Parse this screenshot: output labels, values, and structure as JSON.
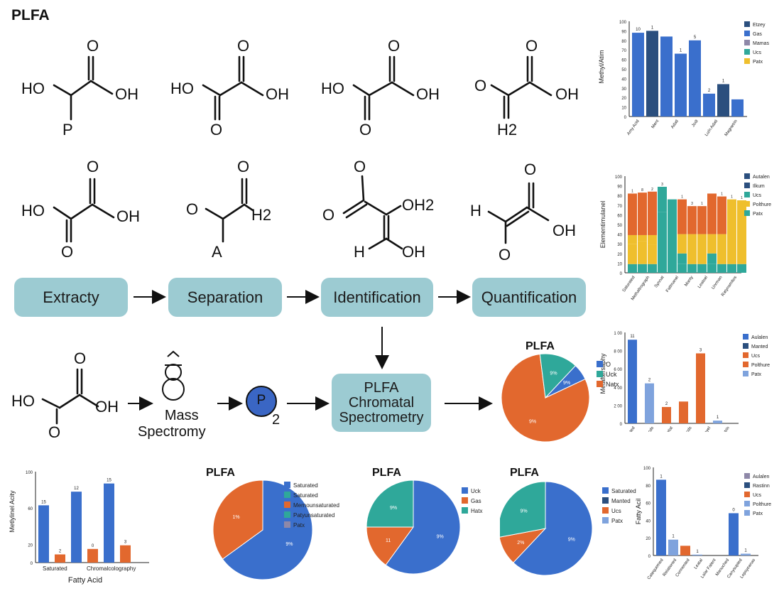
{
  "page_title": "PLFA",
  "molecules": [
    {
      "labels": [
        "O",
        "HO",
        "OH",
        "P"
      ]
    },
    {
      "labels": [
        "O",
        "HO",
        "OH",
        "O"
      ]
    },
    {
      "labels": [
        "O",
        "HO",
        "OH",
        "O"
      ]
    },
    {
      "labels": [
        "O",
        "O",
        "OH",
        "H2"
      ]
    },
    {
      "labels": [
        "O",
        "HO",
        "OH",
        "O"
      ]
    },
    {
      "labels": [
        "O",
        "O",
        "H2",
        "A"
      ]
    },
    {
      "labels": [
        "O",
        "O",
        "OH2",
        "H",
        "OH"
      ]
    },
    {
      "labels": [
        "O",
        "H",
        "OH",
        "O"
      ]
    },
    {
      "labels": [
        "O",
        "HO",
        "OH",
        "O"
      ]
    }
  ],
  "workflow": {
    "steps": [
      "Extracty",
      "Separation",
      "Identification",
      "Quantification"
    ],
    "center_box": [
      "PLFA",
      "Chromatal",
      "Spectrometry"
    ],
    "mass_label": [
      "Mass",
      "Spectromy"
    ],
    "p_node": "P",
    "p_sub": "2"
  },
  "colors": {
    "navy": "#2b4f7e",
    "blue": "#3a6fcc",
    "lightblue": "#7fa3dd",
    "teal": "#2fa89a",
    "orange": "#e2682e",
    "yellow": "#efbf2d",
    "purple": "#8e88a8",
    "box": "#9ccbd2"
  },
  "chart_data": [
    {
      "id": "chart1",
      "type": "bar",
      "ylabel": "Methyl/Atim",
      "categories": [
        "Amy Acid",
        "Ment",
        "Adati",
        "Jodi",
        "Lu/n Adati",
        "Magnetrin"
      ],
      "values": [
        88,
        90,
        84,
        66,
        80,
        24,
        34,
        18
      ],
      "bar_colors": [
        "blue",
        "navy",
        "blue",
        "blue",
        "blue",
        "blue",
        "navy",
        "blue"
      ],
      "bar_labels": [
        "10",
        "1",
        "",
        "1",
        "5",
        "2",
        "1",
        ""
      ],
      "ylim": [
        0,
        100
      ],
      "yticks": [
        0,
        10,
        20,
        30,
        40,
        50,
        60,
        70,
        80,
        90,
        100
      ],
      "legend": [
        {
          "name": "Etzey",
          "color": "navy"
        },
        {
          "name": "Gas",
          "color": "blue"
        },
        {
          "name": "Mamas",
          "color": "purple"
        },
        {
          "name": "Ucs",
          "color": "teal"
        },
        {
          "name": "Patx",
          "color": "yellow"
        }
      ]
    },
    {
      "id": "chart2",
      "type": "bar",
      "ylabel": "Elementimulanel",
      "categories": [
        "Saturated",
        "Methaltrograph",
        "Synnat",
        "Fatlmanel",
        "Manty",
        "Leatsel",
        "Unrman",
        "Ratynamitos"
      ],
      "stacks": [
        [
          {
            "v": 9,
            "c": "teal"
          },
          {
            "v": 21,
            "c": "yellow"
          },
          {
            "v": 9,
            "c": "yellow"
          },
          {
            "v": 43,
            "c": "orange"
          }
        ],
        [
          {
            "v": 9,
            "c": "teal"
          },
          {
            "v": 24,
            "c": "yellow"
          },
          {
            "v": 6,
            "c": "yellow"
          },
          {
            "v": 44,
            "c": "orange"
          }
        ],
        [
          {
            "v": 9,
            "c": "teal"
          },
          {
            "v": 20,
            "c": "yellow"
          },
          {
            "v": 10,
            "c": "yellow"
          },
          {
            "v": 45,
            "c": "orange"
          }
        ],
        [
          {
            "v": 63,
            "c": "teal"
          },
          {
            "v": 26,
            "c": "teal"
          }
        ],
        [
          {
            "v": 76,
            "c": "teal"
          }
        ],
        [
          {
            "v": 9,
            "c": "teal"
          },
          {
            "v": 11,
            "c": "teal"
          },
          {
            "v": 20,
            "c": "yellow"
          },
          {
            "v": 36,
            "c": "orange"
          }
        ],
        [
          {
            "v": 9,
            "c": "teal"
          },
          {
            "v": 31,
            "c": "yellow"
          },
          {
            "v": 29,
            "c": "orange"
          }
        ],
        [
          {
            "v": 9,
            "c": "teal"
          },
          {
            "v": 31,
            "c": "yellow"
          },
          {
            "v": 29,
            "c": "orange"
          }
        ],
        [
          {
            "v": 9,
            "c": "teal"
          },
          {
            "v": 11,
            "c": "teal"
          },
          {
            "v": 20,
            "c": "yellow"
          },
          {
            "v": 42,
            "c": "orange"
          }
        ],
        [
          {
            "v": 9,
            "c": "teal"
          },
          {
            "v": 31,
            "c": "yellow"
          },
          {
            "v": 39,
            "c": "orange"
          }
        ],
        [
          {
            "v": 9,
            "c": "teal"
          },
          {
            "v": 67,
            "c": "yellow"
          }
        ],
        [
          {
            "v": 9,
            "c": "teal"
          },
          {
            "v": 66,
            "c": "yellow"
          }
        ]
      ],
      "bar_labels": [
        "1",
        "8",
        "2",
        "3",
        "",
        "1",
        "3",
        "1",
        "",
        "1",
        "1",
        "1"
      ],
      "ylim": [
        0,
        100
      ],
      "yticks": [
        0,
        10,
        20,
        30,
        40,
        50,
        60,
        70,
        80,
        90,
        100
      ],
      "legend": [
        {
          "name": "Autalen",
          "color": "navy"
        },
        {
          "name": "Ilkum",
          "color": "navy"
        },
        {
          "name": "Ucs",
          "color": "teal"
        },
        {
          "name": "Polthure",
          "color": "yellow"
        },
        {
          "name": "Patx",
          "color": "teal"
        }
      ]
    },
    {
      "id": "chart3",
      "type": "bar",
      "ylabel": "Metaftersaphy",
      "categories": [
        "Saturated",
        "Garligg Acds",
        "Lelat",
        "Fusit Acds",
        "Manyel",
        "Magnetrin"
      ],
      "values": [
        92,
        44,
        18,
        24,
        77,
        3
      ],
      "bar_colors": [
        "blue",
        "lightblue",
        "orange",
        "orange",
        "orange",
        "lightblue"
      ],
      "bar_labels": [
        "11",
        "2",
        "2",
        "",
        "3",
        "1"
      ],
      "ylim": [
        0,
        100
      ],
      "ytick_labels": [
        "0",
        "2 00",
        "4 00",
        "6 00",
        "8 00",
        "1 00"
      ],
      "legend": [
        {
          "name": "Aulalen",
          "color": "blue"
        },
        {
          "name": "Manted",
          "color": "navy"
        },
        {
          "name": "Ucs",
          "color": "orange"
        },
        {
          "name": "Polthure",
          "color": "orange"
        },
        {
          "name": "Patx",
          "color": "lightblue"
        }
      ]
    },
    {
      "id": "pie1",
      "type": "pie",
      "title": "PLFA",
      "slices": [
        {
          "value": 80,
          "color": "orange",
          "label": "9%"
        },
        {
          "value": 14,
          "color": "teal",
          "label": "9%"
        },
        {
          "value": 6,
          "color": "blue",
          "label": "9%"
        }
      ],
      "legend": [
        {
          "name": "O",
          "color": "blue"
        },
        {
          "name": "Uck",
          "color": "teal"
        },
        {
          "name": "Natx",
          "color": "orange"
        }
      ]
    },
    {
      "id": "chart4",
      "type": "bar",
      "ylabel": "Metlylinel Acity",
      "xlabel": "Fatty Acid",
      "categories": [
        "Saturated",
        "Chromalcolography"
      ],
      "values": [
        63,
        9,
        78,
        15,
        87,
        19
      ],
      "bar_colors": [
        "blue",
        "orange",
        "blue",
        "orange",
        "blue",
        "orange"
      ],
      "bar_labels": [
        "15",
        "2",
        "12",
        "0",
        "15",
        "3"
      ],
      "ylim": [
        0,
        100
      ],
      "yticks": [
        0,
        20,
        60,
        100
      ],
      "legend": []
    },
    {
      "id": "pie2",
      "type": "pie",
      "title": "PLFA",
      "slices": [
        {
          "value": 65,
          "color": "blue",
          "label": "9%"
        },
        {
          "value": 35,
          "color": "orange",
          "label": "1%"
        }
      ],
      "legend": [
        {
          "name": "Saturated",
          "color": "blue"
        },
        {
          "name": "Saturated",
          "color": "teal"
        },
        {
          "name": "Mernounsaturated",
          "color": "orange"
        },
        {
          "name": "Patyunsaturated",
          "color": "teal"
        },
        {
          "name": "Patx",
          "color": "purple"
        }
      ]
    },
    {
      "id": "pie3",
      "type": "pie",
      "title": "PLFA",
      "slices": [
        {
          "value": 60,
          "color": "blue",
          "label": "9%"
        },
        {
          "value": 15,
          "color": "orange",
          "label": "11"
        },
        {
          "value": 25,
          "color": "teal",
          "label": "9%"
        }
      ],
      "legend": [
        {
          "name": "Uck",
          "color": "blue"
        },
        {
          "name": "Gas",
          "color": "orange"
        },
        {
          "name": "Hatx",
          "color": "teal"
        }
      ]
    },
    {
      "id": "pie4",
      "type": "pie",
      "title": "PLFA",
      "slices": [
        {
          "value": 62,
          "color": "blue",
          "label": "9%"
        },
        {
          "value": 10,
          "color": "orange",
          "label": "2%"
        },
        {
          "value": 28,
          "color": "teal",
          "label": "9%"
        }
      ],
      "legend": [
        {
          "name": "Saturated",
          "color": "blue"
        },
        {
          "name": "Manted",
          "color": "navy"
        },
        {
          "name": "Ucs",
          "color": "orange"
        },
        {
          "name": "Patx",
          "color": "lightblue"
        }
      ]
    },
    {
      "id": "chart5",
      "type": "bar",
      "ylabel": "Fatty Acil",
      "categories": [
        "Catequemed",
        "Relationed",
        "Cormented",
        "Leatal",
        "Lalar Fatent",
        "Manuched",
        "Canysupted",
        "Lopsyeanas"
      ],
      "values": [
        86,
        18,
        11,
        1,
        0,
        0,
        48,
        2
      ],
      "bar_colors": [
        "blue",
        "lightblue",
        "orange",
        "lightblue",
        "lightblue",
        "lightblue",
        "blue",
        "lightblue"
      ],
      "bar_labels": [
        "1",
        "1",
        "",
        "1",
        "",
        "",
        "0",
        "1"
      ],
      "ylim": [
        0,
        100
      ],
      "yticks": [
        0,
        20,
        40,
        60,
        80,
        100
      ],
      "legend": [
        {
          "name": "Aulalen",
          "color": "purple"
        },
        {
          "name": "Rastinn",
          "color": "navy"
        },
        {
          "name": "Ucs",
          "color": "orange"
        },
        {
          "name": "Polthure",
          "color": "lightblue"
        },
        {
          "name": "Patx",
          "color": "lightblue"
        }
      ]
    }
  ]
}
